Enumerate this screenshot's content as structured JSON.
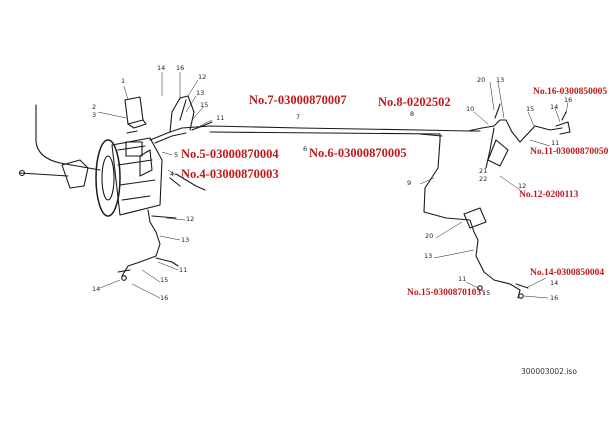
{
  "callouts": {
    "no7": "No.7-03000870007",
    "no8": "No.8-0202502",
    "no16": "No.16-0300850005",
    "no11": "No.11-03000870050",
    "no5": "No.5-03000870004",
    "no6": "No.6-03000870005",
    "no4": "No.4-03000870003",
    "no12": "No.12-0200113",
    "no14": "No.14-0300850004",
    "no15": "No.15-0300870103"
  },
  "part_numbers": {
    "n1": "1",
    "n2": "2",
    "n3": "3",
    "n4": "4",
    "n5": "5",
    "n14a": "14",
    "n16a": "16",
    "n12a": "12",
    "n13a": "13",
    "n15a": "15",
    "n11a": "11",
    "n7": "7",
    "n8": "8",
    "n6": "6",
    "n12b": "12",
    "n13b": "13",
    "n11b": "11",
    "n15b": "15",
    "n14b": "14",
    "n16b": "16",
    "n20a": "20",
    "n13c": "13",
    "n10": "10",
    "n15c": "15",
    "n14c": "14",
    "n16c": "16",
    "n11c": "11",
    "n9": "9",
    "n21": "21",
    "n22": "22",
    "n12c": "12",
    "n20b": "20",
    "n13d": "13",
    "n11d": "11",
    "n15d": "15",
    "n14d": "14",
    "n16d": "16"
  },
  "footer": {
    "file_label": "300003002.iso"
  },
  "colors": {
    "callout": "#c01818",
    "line": "#1a1a1a",
    "background": "#ffffff"
  }
}
